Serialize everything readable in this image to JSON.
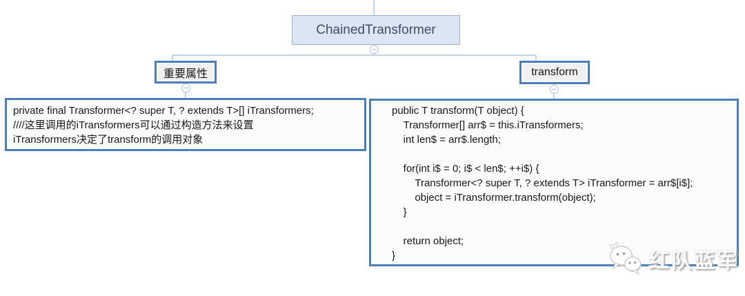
{
  "colors": {
    "connector": "#a9c2e2",
    "node_border": "#4a7ebb",
    "root_fill": "#dce6f2",
    "root_border": "#95b3d7",
    "root_text": "#3f4e66",
    "topic_fill": "#f0f0f0",
    "note_fill": "#fbfcfd",
    "text": "#161616",
    "watermark_text": "#fbfbfb"
  },
  "root": {
    "label": "ChainedTransformer"
  },
  "branches": [
    {
      "topic": "重要属性",
      "note": "private final Transformer<? super T, ? extends T>[] iTransformers;\n////这里调用的iTransformers可以通过构造方法来设置\niTransformers决定了transform的调用对象"
    },
    {
      "topic": "transform",
      "note": "public T transform(T object) {\n    Transformer[] arr$ = this.iTransformers;\n    int len$ = arr$.length;\n\n    for(int i$ = 0; i$ < len$; ++i$) {\n        Transformer<? super T, ? extends T> iTransformer = arr$[i$];\n        object = iTransformer.transform(object);\n    }\n\n    return object;\n}"
    }
  ],
  "icons": {
    "collapse": "minus"
  },
  "watermark": {
    "text": "红队蓝军",
    "logo": "wechat-logo"
  }
}
